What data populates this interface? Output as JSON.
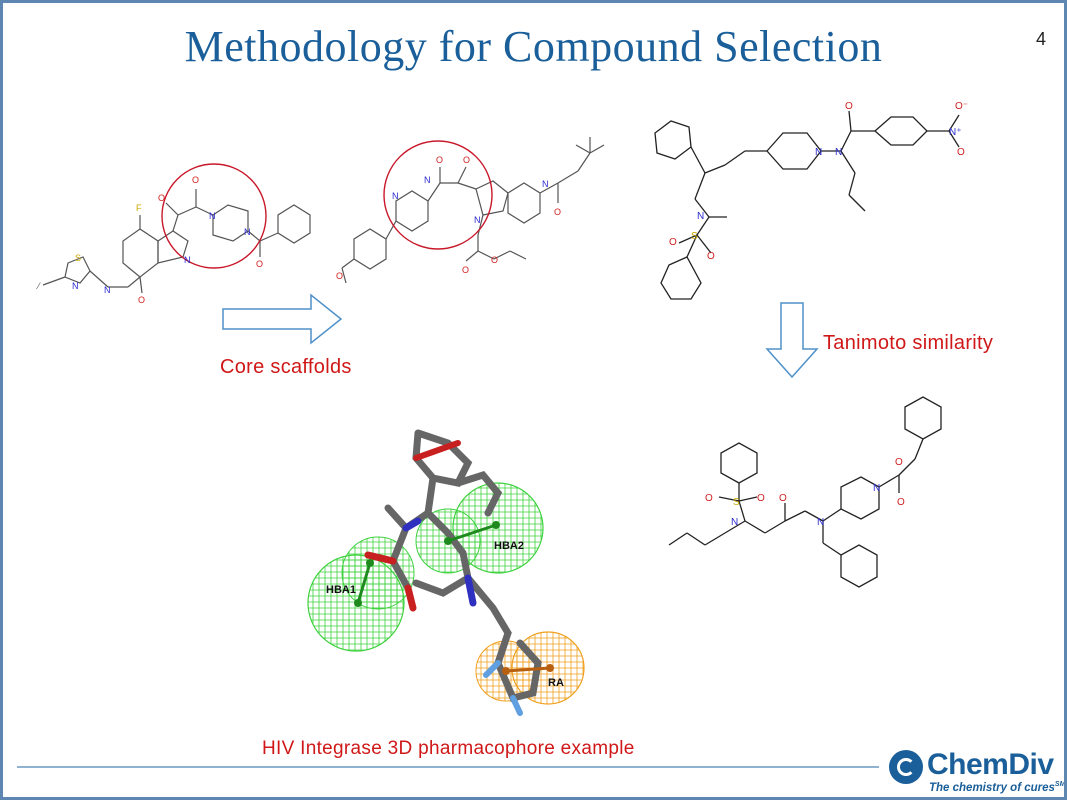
{
  "slide": {
    "title": "Methodology for Compound Selection",
    "page_number": "4",
    "label_core": "Core scaffolds",
    "label_tanimoto": "Tanimoto similarity",
    "label_pharmacophore": "HIV Integrase 3D pharmacophore example",
    "accent_color": "#1a5f9a",
    "label_color": "#d01818"
  },
  "pharmacophore": {
    "features": [
      "HBA1",
      "HBA2",
      "RA"
    ]
  },
  "atoms": {
    "F": "F",
    "N": "N",
    "O": "O",
    "S": "S",
    "O_minus": "O⁻",
    "N_plus": "N⁺"
  },
  "logo": {
    "name": "ChemDiv",
    "tagline": "The chemistry of cures",
    "tagline_mark": "SM"
  }
}
